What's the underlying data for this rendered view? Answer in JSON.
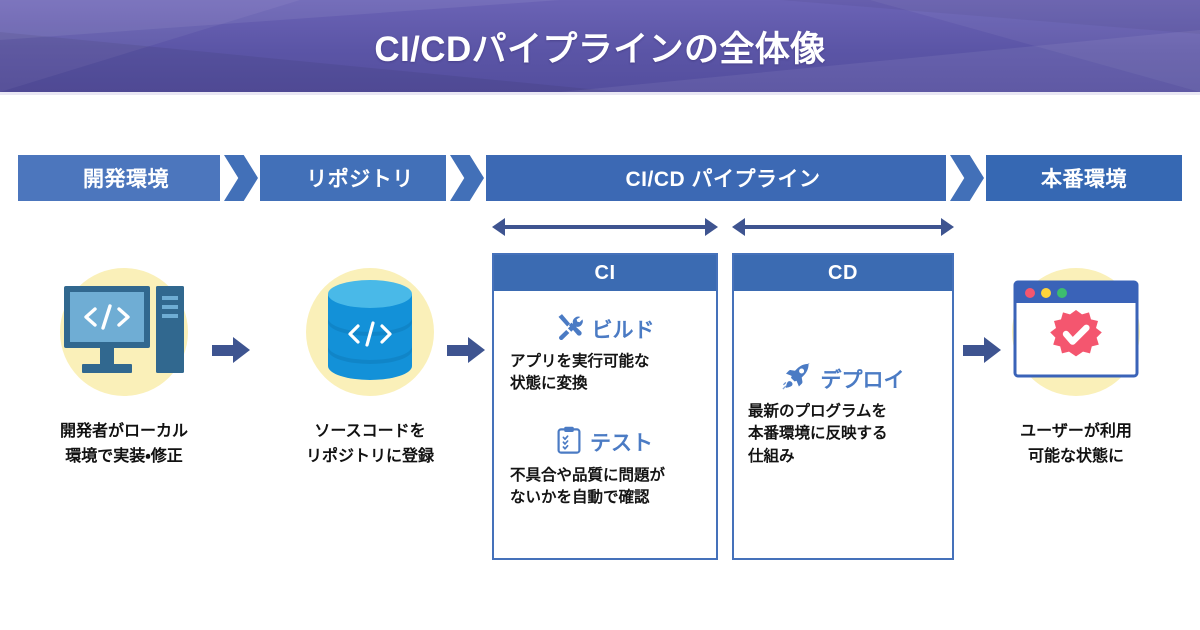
{
  "header": {
    "title": "CI/CDパイプラインの全体像",
    "bg_color_top": "#6b63b5",
    "bg_color_bottom": "#544e9e",
    "text_color": "#ffffff"
  },
  "phase_bar": {
    "accent_color": "#4571ba",
    "segments": [
      {
        "id": "dev",
        "label": "開発環境"
      },
      {
        "id": "repo",
        "label": "リポジトリ"
      },
      {
        "id": "pipeline",
        "label": "CI/CD パイプライン"
      },
      {
        "id": "prod",
        "label": "本番環境"
      }
    ]
  },
  "span_arrows": [
    {
      "id": "ci-span",
      "covers": "CI"
    },
    {
      "id": "cd-span",
      "covers": "CD"
    }
  ],
  "nodes": [
    {
      "id": "dev",
      "icon": "desktop-computer-icon",
      "icon_text": "</>",
      "caption_line1": "開発者がローカル",
      "caption_line2": "環境で実装・修正",
      "disc_color": "#faf0b9"
    },
    {
      "id": "repo",
      "icon": "database-cylinder-icon",
      "icon_text": "</>",
      "caption_line1": "ソースコードを",
      "caption_line2": "リポジトリに登録",
      "disc_color": "#faf0b9"
    },
    {
      "id": "prod",
      "icon": "browser-window-verified-icon",
      "caption_line1": "ユーザーが利用",
      "caption_line2": "可能な状態に",
      "disc_color": "#faf0b9"
    }
  ],
  "stages": [
    {
      "id": "ci",
      "header": "CI",
      "header_bg": "#3b6bb2",
      "items": [
        {
          "icon": "tools-build-icon",
          "title": "ビルド",
          "desc_line1": "アプリを実行可能な",
          "desc_line2": "状態に変換"
        },
        {
          "icon": "clipboard-checklist-icon",
          "title": "テスト",
          "desc_line1": "不具合や品質に問題が",
          "desc_line2": "ないかを自動で確認"
        }
      ]
    },
    {
      "id": "cd",
      "header": "CD",
      "header_bg": "#3b6bb2",
      "items": [
        {
          "icon": "rocket-deploy-icon",
          "title": "デプロイ",
          "desc_line1": "最新のプログラムを",
          "desc_line2": "本番環境に反映する",
          "desc_line3": "仕組み"
        }
      ]
    }
  ],
  "flow_arrows": [
    {
      "id": "dev-to-repo"
    },
    {
      "id": "repo-to-ci"
    },
    {
      "id": "cd-to-prod"
    }
  ],
  "colors": {
    "header_purple": "#5b55a6",
    "bar_blue": "#4571ba",
    "arrow_navy": "#3e5490",
    "icon_blue": "#4b7bc4",
    "disc_yellow": "#faf0b9",
    "badge_pink": "#f4566f",
    "db_blue": "#1391d8"
  }
}
